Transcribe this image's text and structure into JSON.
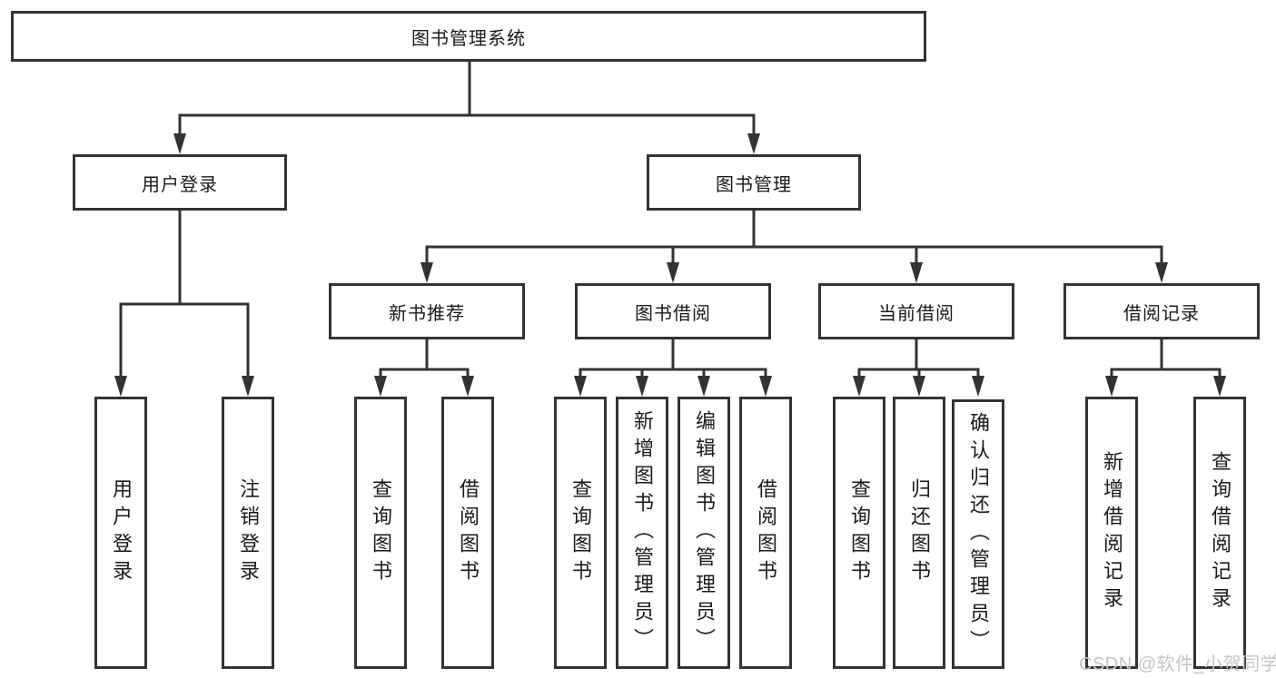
{
  "tree": {
    "label": "图书管理系统",
    "children": [
      {
        "label": "用户登录",
        "children": [
          {
            "label": "用户登录"
          },
          {
            "label": "注销登录"
          }
        ]
      },
      {
        "label": "图书管理",
        "children": [
          {
            "label": "新书推荐",
            "children": [
              {
                "label": "查询图书"
              },
              {
                "label": "借阅图书"
              }
            ]
          },
          {
            "label": "图书借阅",
            "children": [
              {
                "label": "查询图书"
              },
              {
                "label": "新增图书（管理员）"
              },
              {
                "label": "编辑图书（管理员）"
              },
              {
                "label": "借阅图书"
              }
            ]
          },
          {
            "label": "当前借阅",
            "children": [
              {
                "label": "查询图书"
              },
              {
                "label": "归还图书"
              },
              {
                "label": "确认归还（管理员）"
              }
            ]
          },
          {
            "label": "借阅记录",
            "children": [
              {
                "label": "新增借阅记录"
              },
              {
                "label": "查询借阅记录"
              }
            ]
          }
        ]
      }
    ]
  },
  "watermark": {
    "text": "CSDN @软件_小贺同学"
  },
  "colors": {
    "line": "#333333",
    "text": "#1a1a1a",
    "watermark": "#c6c6c6",
    "background": "#ffffff"
  }
}
